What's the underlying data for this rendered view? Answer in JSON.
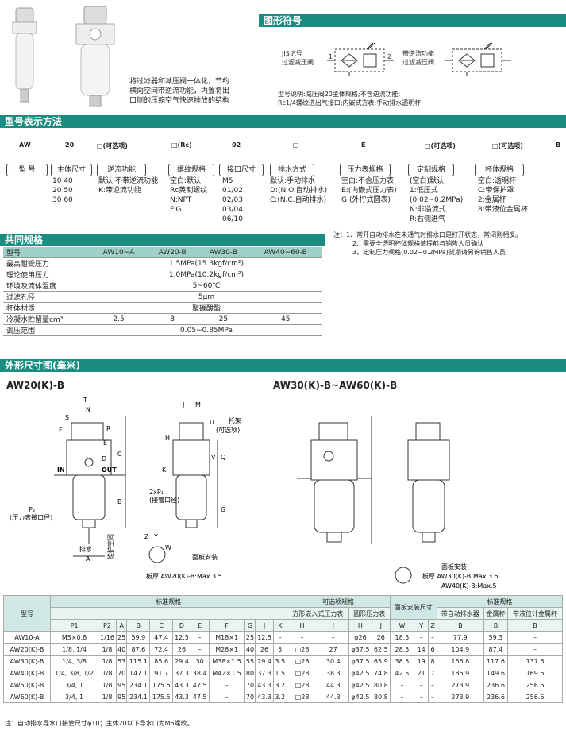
{
  "symbol_section": {
    "title": "图形符号",
    "jis_label_1": "JIS记号",
    "jis_label_2": "过滤减压阀",
    "check_label_1": "带逆流功能",
    "check_label_2": "过滤减压阀",
    "port1": "1",
    "port2": "2",
    "note_1": "型号说明:减压阀20主体规格;不含逆流功能;",
    "note_2": "Rc1/4螺纹进出气接口;内嵌式方表;手动排水透明杯;"
  },
  "intro_text": [
    "将过滤器和减压阀一体化，节约",
    "横向空间带逆流功能，内置将出",
    "口侧的压缩空气快速排放的结构"
  ],
  "model_section": {
    "title": "型号表示方法",
    "codes": [
      "AW",
      "20",
      "□(可选项)",
      "□(Rc)",
      "02",
      "□",
      "E",
      "□(可选项)",
      "□(可选项)",
      "B"
    ],
    "groups": [
      {
        "label": "型  号",
        "desc": []
      },
      {
        "label": "主体尺寸",
        "desc": [
          "10  40",
          "20  50",
          "30  60"
        ]
      },
      {
        "label": "逆流功能",
        "desc": [
          "默认:不带逆流功能",
          "K:带逆流功能"
        ]
      },
      {
        "label": "螺纹规格",
        "desc": [
          "空白:默认",
          "Rc英制螺纹",
          "N:NPT",
          "F:G"
        ]
      },
      {
        "label": "接口尺寸",
        "desc": [
          "M5",
          "01/02",
          "02/03",
          "03/04",
          "06/10"
        ]
      },
      {
        "label": "排水方式",
        "desc": [
          "默认:手动排水",
          "D:(N.O.自动排水)",
          "C:(N.C.自动排水)"
        ]
      },
      {
        "label": "压力表规格",
        "desc": [
          "空白:不含压力表",
          "E:(内嵌式压力表)",
          "G:(外拧式圆表)"
        ]
      },
      {
        "label": "定制规格",
        "desc": [
          "(空白)默认",
          "1:低压式",
          "(0.02~0.2MPa)",
          "N:非溢流式",
          "R:右侧进气"
        ]
      },
      {
        "label": "杯体规格",
        "desc": [
          "空白:透明杯",
          "C:带保护罩",
          "2:金属杯",
          "8:带液位金属杯"
        ]
      }
    ],
    "notes": [
      "注：1、常开自动排水在未通气时排水口是打开状态，常闭则相反。",
      "2、需要全透明杯体规格请提前与销售人员确认",
      "3、定制压力规格(0.02~0.2MPa)货期请另询销售人员"
    ]
  },
  "common_spec": {
    "title": "共同规格",
    "header": [
      "型号",
      "AW10~A",
      "AW20-B",
      "AW30-B",
      "AW40~60-B"
    ],
    "rows": [
      {
        "label": "最高耐受压力",
        "value": "1.5MPa(15.3kgf/cm²)"
      },
      {
        "label": "理论使用压力",
        "value": "1.0MPa(10.2kgf/cm²)"
      },
      {
        "label": "环境及流体温度",
        "value": "5~60℃"
      },
      {
        "label": "过滤孔径",
        "value": "5μm"
      },
      {
        "label": "杯体材质",
        "value": "聚碳酸酯"
      },
      {
        "label": "冷凝水贮留量cm³",
        "values": [
          "2.5",
          "8",
          "25",
          "45"
        ]
      },
      {
        "label": "调压范围",
        "value": "0.05~0.85MPa"
      }
    ]
  },
  "dims_section": {
    "title": "外形尺寸图(毫米)",
    "left_title": "AW20(K)-B",
    "right_title": "AW30(K)-B~AW60(K)-B",
    "left_labels": {
      "T": "T",
      "N": "N",
      "S": "S",
      "R": "R",
      "F": "F",
      "IN": "IN",
      "OUT": "OUT",
      "P2": "P₂",
      "P2_note": "(压力表接口径)",
      "drain": "排水",
      "A": "A",
      "J": "J",
      "M": "M",
      "U": "U",
      "H": "H",
      "K": "K",
      "V": "V",
      "C": "C",
      "Q": "Q",
      "B": "B",
      "G": "G",
      "E": "E",
      "bracket": "托架",
      "bracket_opt": "(可选项)",
      "p1": "2xP₁",
      "p1_note": "(接管口径)",
      "space": "维护空间",
      "panel": "面板安装",
      "panel_max": "板厚 AW20(K)-B:Max.3.5",
      "Z": "Z",
      "Y": "Y",
      "W": "W",
      "D": "D"
    },
    "right_labels": {
      "panel": "面板安装",
      "panel_max_1": "板厚  AW30(K)-B:Max.3.5",
      "panel_max_2": "AW40(K)-B:Max.5"
    }
  },
  "dim_table": {
    "header_groups": [
      "型号",
      "标准规格",
      "可选项规格",
      "面板安装尺寸",
      "标准规格"
    ],
    "sub_groups": [
      "方形嵌入式压力表",
      "圆形压力表",
      "带自动排水器",
      "金属杯",
      "带液位计金属杯"
    ],
    "columns": [
      "P1",
      "P2",
      "A",
      "B",
      "C",
      "D",
      "E",
      "F",
      "G",
      "J",
      "K",
      "H",
      "J",
      "H",
      "J",
      "W",
      "Y",
      "Z",
      "B",
      "B",
      "B"
    ],
    "rows": [
      [
        "AW10-A",
        "M5×0.8",
        "1/16",
        "25",
        "59.9",
        "47.4",
        "12.5",
        "–",
        "M18×1",
        "25",
        "12.5",
        "–",
        "–",
        "–",
        "φ26",
        "26",
        "18.5",
        "–",
        "–",
        "77.9",
        "59.3",
        "–"
      ],
      [
        "AW20(K)-B",
        "1/8, 1/4",
        "1/8",
        "40",
        "87.6",
        "72.4",
        "26",
        "–",
        "M28×1",
        "40",
        "26",
        "5",
        "□28",
        "27",
        "φ37.5",
        "62.5",
        "28.5",
        "14",
        "6",
        "104.9",
        "87.4",
        "–"
      ],
      [
        "AW30(K)-B",
        "1/4, 3/8",
        "1/8",
        "53",
        "115.1",
        "85.6",
        "29.4",
        "30",
        "M38×1.5",
        "55",
        "29.4",
        "3.5",
        "□28",
        "30.4",
        "φ37.5",
        "65.9",
        "38.5",
        "19",
        "8",
        "156.8",
        "117.6",
        "137.6"
      ],
      [
        "AW40(K)-B",
        "1/4, 3/8, 1/2",
        "1/8",
        "70",
        "147.1",
        "91.7",
        "37.3",
        "38.4",
        "M42×1.5",
        "80",
        "37.3",
        "1.5",
        "□28",
        "38.3",
        "φ42.5",
        "74.8",
        "42.5",
        "21",
        "7",
        "186.9",
        "149.6",
        "169.6"
      ],
      [
        "AW50(K)-B",
        "3/4, 1",
        "1/8",
        "95",
        "234.1",
        "175.5",
        "43.3",
        "47.5",
        "–",
        "70",
        "43.3",
        "3.2",
        "□28",
        "44.3",
        "φ42.5",
        "80.8",
        "–",
        "–",
        "–",
        "273.9",
        "236.6",
        "256.6"
      ],
      [
        "AW60(K)-B",
        "3/4, 1",
        "1/8",
        "95",
        "234.1",
        "175.5",
        "43.3",
        "47.5",
        "–",
        "70",
        "43.3",
        "3.2",
        "□28",
        "44.3",
        "φ42.5",
        "80.8",
        "–",
        "–",
        "–",
        "273.9",
        "236.6",
        "256.6"
      ]
    ],
    "footnote": "注：自动排水导水口接管尺寸φ10；主体20以下导水口为M5螺纹。"
  }
}
